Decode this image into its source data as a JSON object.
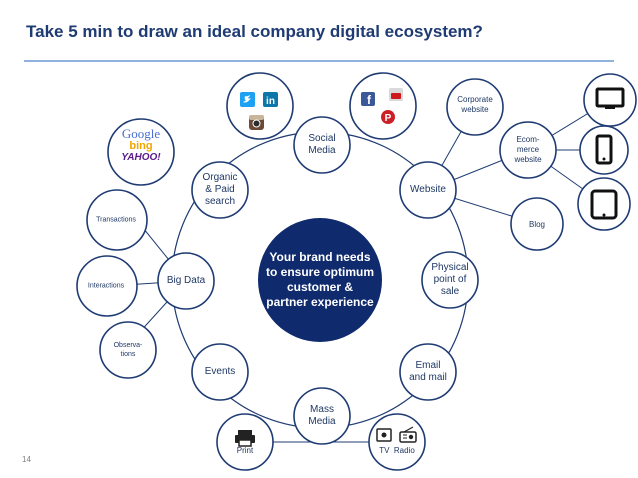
{
  "slide": {
    "title": "Take 5 min to draw an ideal company digital ecosystem?",
    "page_number": "14"
  },
  "center": {
    "label": "Your brand needs to ensure optimum customer & partner experience",
    "color": "#0f2b6e"
  },
  "ring_nodes": {
    "social_media": "Social\nMedia",
    "website": "Website",
    "physical_point_of_sale": "Physical\npoint of\nsale",
    "email_and_mail": "Email\nand mail",
    "mass_media": "Mass\nMedia",
    "events": "Events",
    "big_data": "Big Data",
    "organic_paid_search": "Organic\n& Paid\nsearch"
  },
  "satellites": {
    "corporate_website": "Corporate\nwebsite",
    "ecommerce_website": "Ecom-\nmerce\nwebsite",
    "blog": "Blog",
    "transactions": "Transactions",
    "interactions": "Interactions",
    "observations": "Observa-\ntions",
    "print": "Print",
    "tv_radio": "TV  Radio"
  },
  "icons": {
    "search_engines": [
      "Google",
      "bing",
      "YAHOO!"
    ],
    "social": [
      "twitter-icon",
      "linkedin-icon",
      "instagram-icon"
    ],
    "social_media_b": [
      "facebook-icon",
      "youtube-icon",
      "pinterest-icon"
    ],
    "devices": [
      "desktop-icon",
      "smartphone-icon",
      "tablet-icon"
    ],
    "print": "printer-icon",
    "tv": "tv-icon",
    "radio": "radio-icon"
  },
  "colors": {
    "ring": "#1f3b73",
    "title": "#1f3b73",
    "rule": "#8fb3dd"
  }
}
